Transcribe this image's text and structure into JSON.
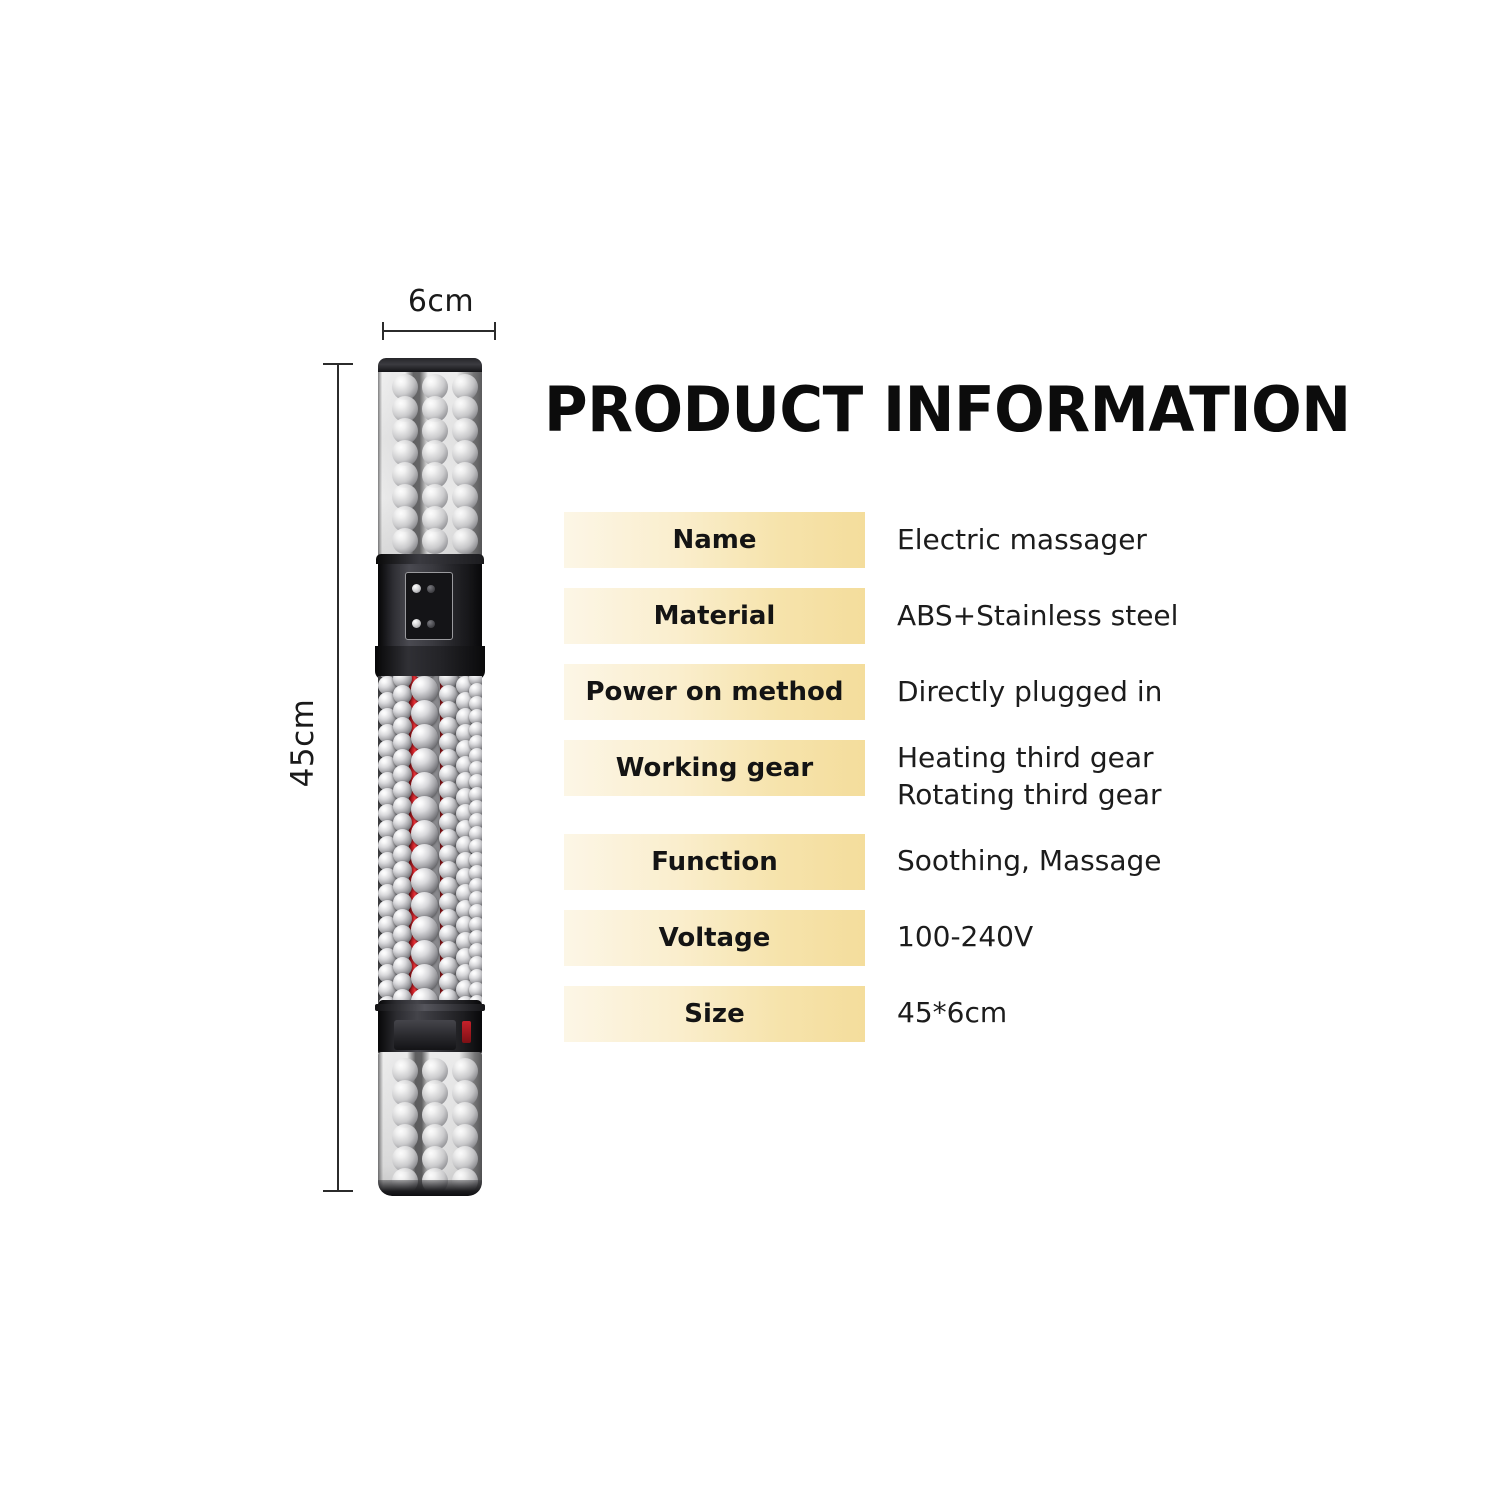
{
  "figure": {
    "width_dimension": {
      "label": "6cm",
      "name": "width-dimension-line"
    },
    "height_dimension": {
      "label": "45cm",
      "name": "height-dimension-line"
    },
    "product": {
      "name": "electric-massager-roller",
      "parts": [
        "transparent-top-cap",
        "control-body",
        "control-panel",
        "chrome-bead-roller",
        "red-heat-strips",
        "lower-collar",
        "transparent-bottom-cap"
      ]
    }
  },
  "info": {
    "title": "PRODUCT INFORMATION",
    "rows": [
      {
        "label": "Name",
        "value": "Electric massager"
      },
      {
        "label": "Material",
        "value": "ABS+Stainless steel"
      },
      {
        "label": "Power on method",
        "value": "Directly plugged in"
      },
      {
        "label": "Working gear",
        "value": "Heating third gear\nRotating third gear"
      },
      {
        "label": "Function",
        "value": "Soothing, Massage"
      },
      {
        "label": "Voltage",
        "value": "100-240V"
      },
      {
        "label": "Size",
        "value": "45*6cm"
      }
    ]
  },
  "colors": {
    "chip_light": "#fcf6e6",
    "chip_dark": "#f4dd9c",
    "text": "#1c1c1c",
    "title": "#0c0c0c",
    "dimension_line": "#2b2b2b",
    "heat_strip_red": "#c81f26",
    "body_black": "#1b1b1e"
  }
}
